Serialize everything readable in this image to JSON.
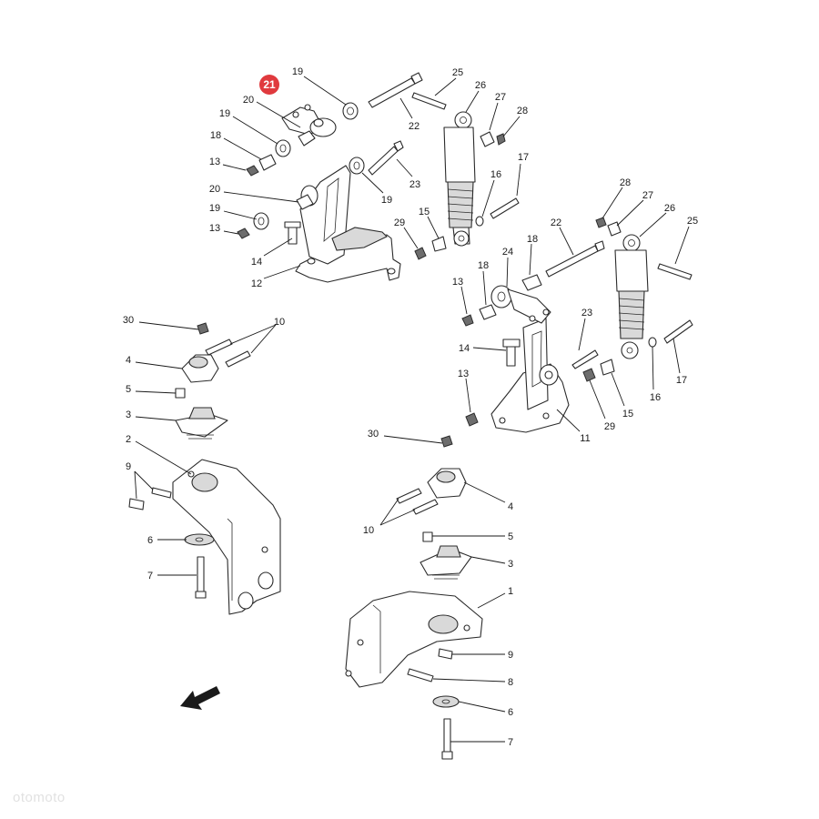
{
  "highlight": {
    "number": "21",
    "color": "#e03a3e"
  },
  "callouts": [
    {
      "id": "c19a",
      "text": "19"
    },
    {
      "id": "c20a",
      "text": "20"
    },
    {
      "id": "c19b",
      "text": "19"
    },
    {
      "id": "c18a",
      "text": "18"
    },
    {
      "id": "c13a",
      "text": "13"
    },
    {
      "id": "c20b",
      "text": "20"
    },
    {
      "id": "c19c",
      "text": "19"
    },
    {
      "id": "c13b",
      "text": "13"
    },
    {
      "id": "c14a",
      "text": "14"
    },
    {
      "id": "c12",
      "text": "12"
    },
    {
      "id": "c25a",
      "text": "25"
    },
    {
      "id": "c26a",
      "text": "26"
    },
    {
      "id": "c22a",
      "text": "22"
    },
    {
      "id": "c27a",
      "text": "27"
    },
    {
      "id": "c28a",
      "text": "28"
    },
    {
      "id": "c23a",
      "text": "23"
    },
    {
      "id": "c19d",
      "text": "19"
    },
    {
      "id": "c16a",
      "text": "16"
    },
    {
      "id": "c17a",
      "text": "17"
    },
    {
      "id": "c15a",
      "text": "15"
    },
    {
      "id": "c29a",
      "text": "29"
    },
    {
      "id": "c28b",
      "text": "28"
    },
    {
      "id": "c27b",
      "text": "27"
    },
    {
      "id": "c26b",
      "text": "26"
    },
    {
      "id": "c25b",
      "text": "25"
    },
    {
      "id": "c22b",
      "text": "22"
    },
    {
      "id": "c24",
      "text": "24"
    },
    {
      "id": "c18b",
      "text": "18"
    },
    {
      "id": "c18c",
      "text": "18"
    },
    {
      "id": "c13c",
      "text": "13"
    },
    {
      "id": "c23b",
      "text": "23"
    },
    {
      "id": "c14b",
      "text": "14"
    },
    {
      "id": "c13d",
      "text": "13"
    },
    {
      "id": "c17b",
      "text": "17"
    },
    {
      "id": "c16b",
      "text": "16"
    },
    {
      "id": "c29b",
      "text": "29"
    },
    {
      "id": "c15b",
      "text": "15"
    },
    {
      "id": "c11",
      "text": "11"
    },
    {
      "id": "c30a",
      "text": "30"
    },
    {
      "id": "c10a",
      "text": "10"
    },
    {
      "id": "c4a",
      "text": "4"
    },
    {
      "id": "c5a",
      "text": "5"
    },
    {
      "id": "c3a",
      "text": "3"
    },
    {
      "id": "c2",
      "text": "2"
    },
    {
      "id": "c9a",
      "text": "9"
    },
    {
      "id": "c6a",
      "text": "6"
    },
    {
      "id": "c7a",
      "text": "7"
    },
    {
      "id": "c30b",
      "text": "30"
    },
    {
      "id": "c4b",
      "text": "4"
    },
    {
      "id": "c10b",
      "text": "10"
    },
    {
      "id": "c5b",
      "text": "5"
    },
    {
      "id": "c3b",
      "text": "3"
    },
    {
      "id": "c1",
      "text": "1"
    },
    {
      "id": "c9b",
      "text": "9"
    },
    {
      "id": "c8",
      "text": "8"
    },
    {
      "id": "c6b",
      "text": "6"
    },
    {
      "id": "c7b",
      "text": "7"
    }
  ],
  "icons": {
    "direction": "arrow-icon"
  }
}
